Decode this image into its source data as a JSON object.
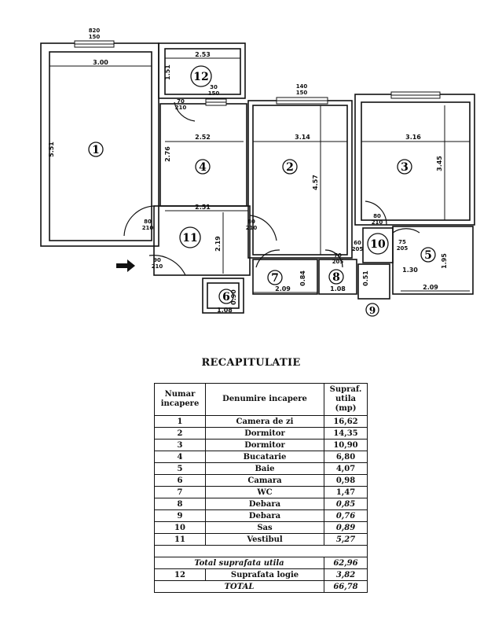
{
  "plan": {
    "rooms": [
      {
        "id": "1"
      },
      {
        "id": "2"
      },
      {
        "id": "3"
      },
      {
        "id": "4"
      },
      {
        "id": "5"
      },
      {
        "id": "6"
      },
      {
        "id": "7"
      },
      {
        "id": "8"
      },
      {
        "id": "9"
      },
      {
        "id": "10"
      },
      {
        "id": "11"
      },
      {
        "id": "12"
      }
    ],
    "dimensions": {
      "d_300": "3.00",
      "d_551": "5.51",
      "d_253": "2.53",
      "d_151": "1.51",
      "d_252": "2.52",
      "d_276": "2.76",
      "d_314": "3.14",
      "d_457": "4.57",
      "d_316": "3.16",
      "d_345": "3.45",
      "d_251": "2.51",
      "d_219": "2.19",
      "d_209": "2.09",
      "d_084": "0.84",
      "d_108a": "1.08",
      "d_090": "0.90",
      "d_108b": "1.08",
      "d_051": "0.51",
      "d_130": "1.30",
      "d_195": "1.95",
      "d_209b": "2.09"
    },
    "openings": {
      "w1_top": "820",
      "w1_bot": "150",
      "w2_top": "140",
      "w2_bot": "150",
      "w3_top": "30",
      "w3_bot": "150",
      "w4_top": "",
      "w4_bot": "",
      "door_a_top": "70",
      "door_a_bot": "210",
      "door_b_top": "80",
      "door_b_bot": "210",
      "door_c_top": "80",
      "door_c_bot": "210",
      "door_d_top": "90",
      "door_d_bot": "210",
      "door_e_top": "80",
      "door_e_bot": "210",
      "door_f_top": "70",
      "door_f_bot": "205",
      "door_g_top": "60",
      "door_g_bot": "205",
      "door_h_top": "75",
      "door_h_bot": "205"
    }
  },
  "recap": {
    "title": "RECAPITULATIE",
    "headers": {
      "num": "Numar incapere",
      "name": "Denumire incapere",
      "area": "Supraf. utila (mp)"
    },
    "rows": [
      {
        "num": "1",
        "name": "Camera de zi",
        "area": "16,62"
      },
      {
        "num": "2",
        "name": "Dormitor",
        "area": "14,35"
      },
      {
        "num": "3",
        "name": "Dormitor",
        "area": "10,90"
      },
      {
        "num": "4",
        "name": "Bucatarie",
        "area": "6,80"
      },
      {
        "num": "5",
        "name": "Baie",
        "area": "4,07"
      },
      {
        "num": "6",
        "name": "Camara",
        "area": "0,98"
      },
      {
        "num": "7",
        "name": "WC",
        "area": "1,47"
      },
      {
        "num": "8",
        "name": "Debara",
        "area": "0,85"
      },
      {
        "num": "9",
        "name": "Debara",
        "area": "0,76"
      },
      {
        "num": "10",
        "name": "Sas",
        "area": "0,89"
      },
      {
        "num": "11",
        "name": "Vestibul",
        "area": "5,27"
      }
    ],
    "total_util_label": "Total suprafata utila",
    "total_util_value": "62,96",
    "row12": {
      "num": "12",
      "name": "Suprafata logie",
      "area": "3,82"
    },
    "total_label": "TOTAL",
    "total_value": "66,78"
  }
}
